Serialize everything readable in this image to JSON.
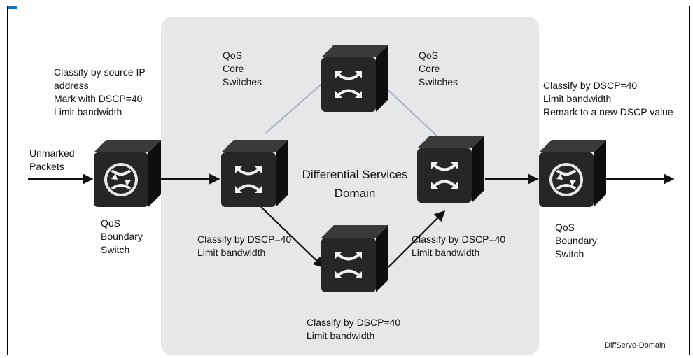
{
  "domain": {
    "title": "Differential Services\nDomain"
  },
  "figure_id": "DiffServe-Domain",
  "input_label": "Unmarked\nPackets",
  "labels": {
    "ingress_policy": "Classify by source IP\naddress\nMark with DSCP=40\nLimit bandwidth",
    "ingress_switch": "QoS\nBoundary\nSwitch",
    "core_left": "QoS\nCore\nSwitches",
    "core_right": "QoS\nCore\nSwitches",
    "core_left_policy": "Classify by DSCP=40\nLimit bandwidth",
    "core_right_policy": "Classify by DSCP=40\nLimit bandwidth",
    "core_bottom_policy": "Classify by DSCP=40\nLimit bandwidth",
    "egress_policy": "Classify by DSCP=40\nLimit bandwidth\nRemark to a new DSCP value",
    "egress_switch": "QoS\nBoundary\nSwitch"
  },
  "colors": {
    "accent": "#1a73b8",
    "domain_fill": "#e6e7e8",
    "mesh_line": "#a9b0c4",
    "switch_top": "#3a3a3a",
    "switch_front": "#262626",
    "switch_side": "#0e0e0e"
  },
  "icons": {
    "boundary": "boundary-switch-icon",
    "core": "core-switch-icon"
  }
}
